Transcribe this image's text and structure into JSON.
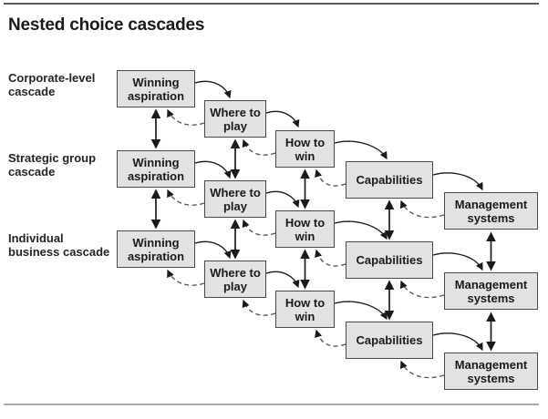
{
  "title": "Nested choice cascades",
  "cascades": [
    {
      "label": "Corporate-level cascade"
    },
    {
      "label": "Strategic group cascade"
    },
    {
      "label": "Individual business cascade"
    }
  ],
  "stages": [
    "Winning aspiration",
    "Where to play",
    "How to win",
    "Capabilities",
    "Management systems"
  ],
  "colors": {
    "box_fill": "#e2e2e2",
    "box_border": "#4a4a4a",
    "arrow": "#1a1a1a",
    "dashed_arrow": "#555555",
    "rule_top": "#5a5a5a",
    "rule_bottom": "#ababab",
    "text": "#1a1a1a"
  }
}
